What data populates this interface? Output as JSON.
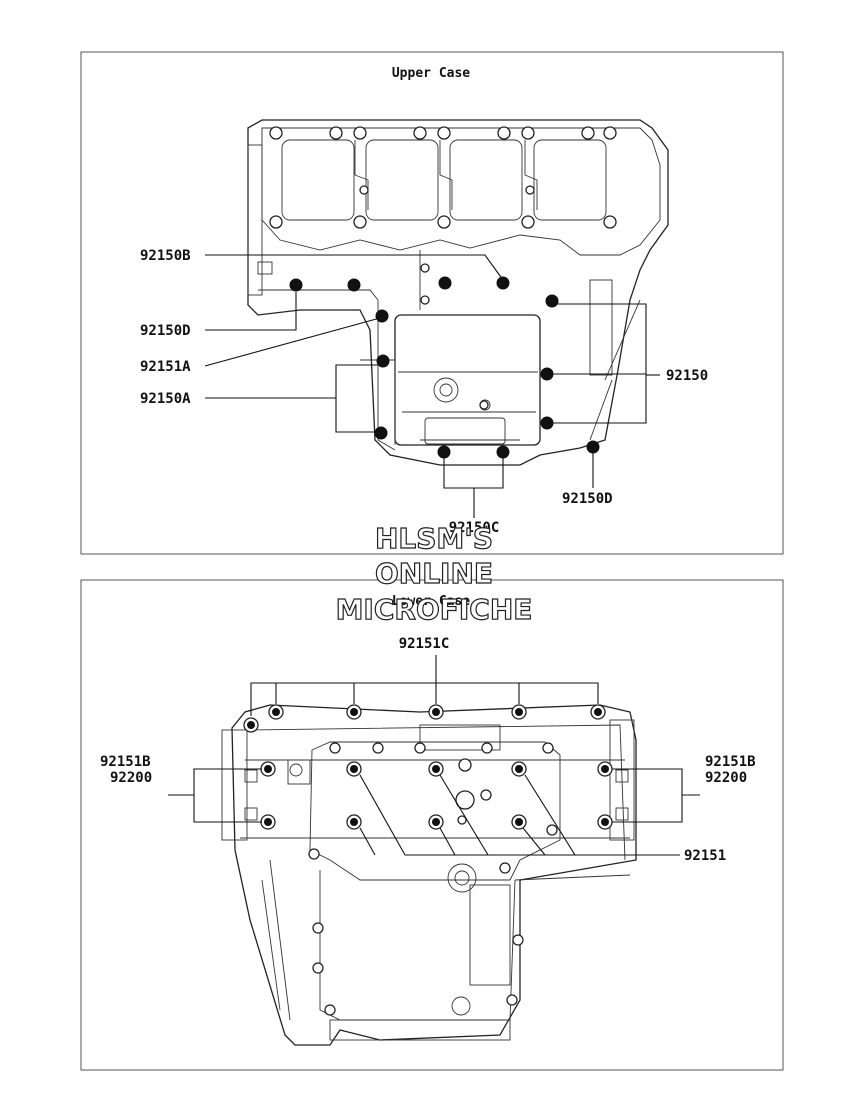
{
  "panels": {
    "upper": {
      "title": "Upper Case"
    },
    "lower": {
      "title": "Lower Case"
    }
  },
  "labels": {
    "upper": {
      "b92150B": "92150B",
      "b92150D_left": "92150D",
      "b92151A": "92151A",
      "b92150A": "92150A",
      "b92150": "92150",
      "b92150D_right": "92150D",
      "b92150C": "92150C"
    },
    "lower": {
      "b92151C": "92151C",
      "b92151B_left": "92151B",
      "b92200_left": "92200",
      "b92151B_right": "92151B",
      "b92200_right": "92200",
      "b92151": "92151"
    }
  },
  "watermark": {
    "line1": "HLSM'S",
    "line2": "ONLINE",
    "line3": "MICROFICHE"
  }
}
